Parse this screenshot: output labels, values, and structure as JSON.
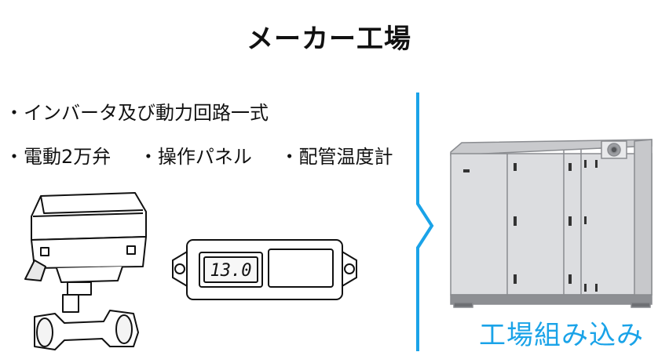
{
  "title": "メーカー工場",
  "items_line1": "・インバータ及び動力回路一式",
  "items_line2": [
    "・電動2万弁",
    "・操作パネル",
    "・配管温度計"
  ],
  "display_reading": "13.0",
  "caption": "工場組み込み",
  "colors": {
    "accent": "#1aa3e8",
    "cabinet": "#d9dadd"
  }
}
